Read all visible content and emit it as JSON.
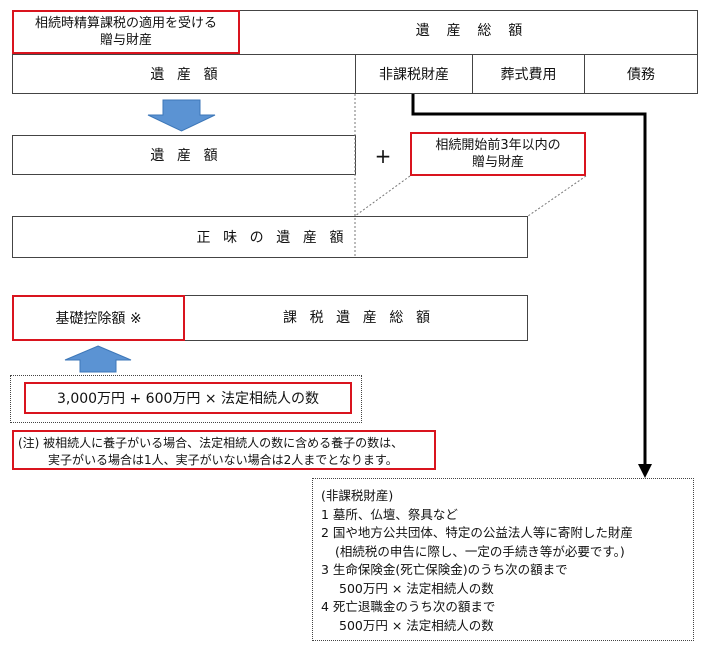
{
  "gift_property_label": [
    "相続時精算課税の適用を受ける",
    "贈与財産"
  ],
  "total_estate_label": "遺産総額",
  "estate_amount_label": "遺産額",
  "nontaxable_label": "非課税財産",
  "funeral_label": "葬式費用",
  "debt_label": "債務",
  "plus_sign": "+",
  "prior_gift_label": [
    "相続開始前3年以内の",
    "贈与財産"
  ],
  "net_estate_label": "正味の遺産額",
  "basic_deduction_label": "基礎控除額 ※",
  "taxable_total_label": "課税遺産総額",
  "formula_label": "3,000万円 + 600万円 × 法定相続人の数",
  "note_lines": [
    "(注) 被相続人に養子がいる場合、法定相続人の数に含める養子の数は、",
    "実子がいる場合は1人、実子がいない場合は2人までとなります。"
  ],
  "nontaxable_list": {
    "heading": "(非課税財産)",
    "items": [
      "1 墓所、仏壇、祭具など",
      "2 国や地方公共団体、特定の公益法人等に寄附した財産",
      "(相続税の申告に際し、一定の手続き等が必要です。)",
      "3 生命保険金(死亡保険金)のうち次の額まで",
      "500万円 × 法定相続人の数",
      "4 死亡退職金のうち次の額まで",
      "500万円 × 法定相続人の数"
    ]
  },
  "colors": {
    "red": "#d9141e",
    "arrow_blue": "#5b93d3",
    "line": "#444444"
  }
}
